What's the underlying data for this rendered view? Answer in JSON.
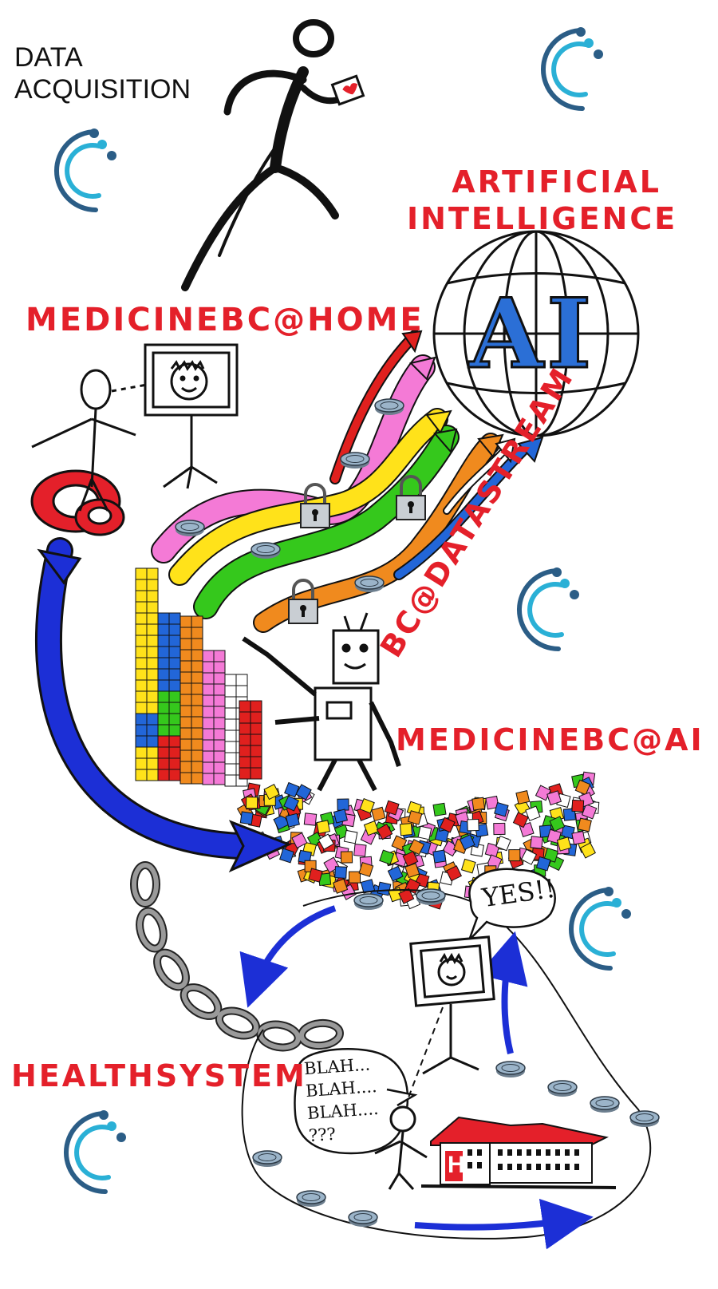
{
  "labels": {
    "data_acquisition": [
      "DATA",
      "ACQUISITION"
    ],
    "artificial_intelligence": [
      "ARTIFICIAL",
      "INTELLIGENCE"
    ],
    "medicinebc_home": "MEDICINEBC@HOME",
    "bc_datastream": "BC@DATASTREAM",
    "medicinebc_ai": "MEDICINEBC@AI",
    "healthsystem": "HEALTHSYSTEM",
    "globe_text": "AI",
    "speech_yes": "YES!!",
    "speech_blah": [
      "BLAH...",
      "BLAH....",
      "BLAH....",
      "???"
    ],
    "hospital_letter": "H"
  },
  "colors": {
    "label_red": "#e4202a",
    "logo_dark": "#2b5d86",
    "logo_light": "#2ab0d6",
    "arrow_blue": "#1c2fd6",
    "stream": [
      "#f47ad6",
      "#ffe21a",
      "#35c81c",
      "#f08a1e",
      "#e0201e",
      "#2266d8"
    ]
  },
  "icons": [
    "brand-logo-icon",
    "runner-icon",
    "globe-icon",
    "padlock-icon",
    "coin-icon",
    "robot-icon",
    "chain-icon",
    "hospital-icon",
    "person-icon",
    "monitor-icon"
  ]
}
